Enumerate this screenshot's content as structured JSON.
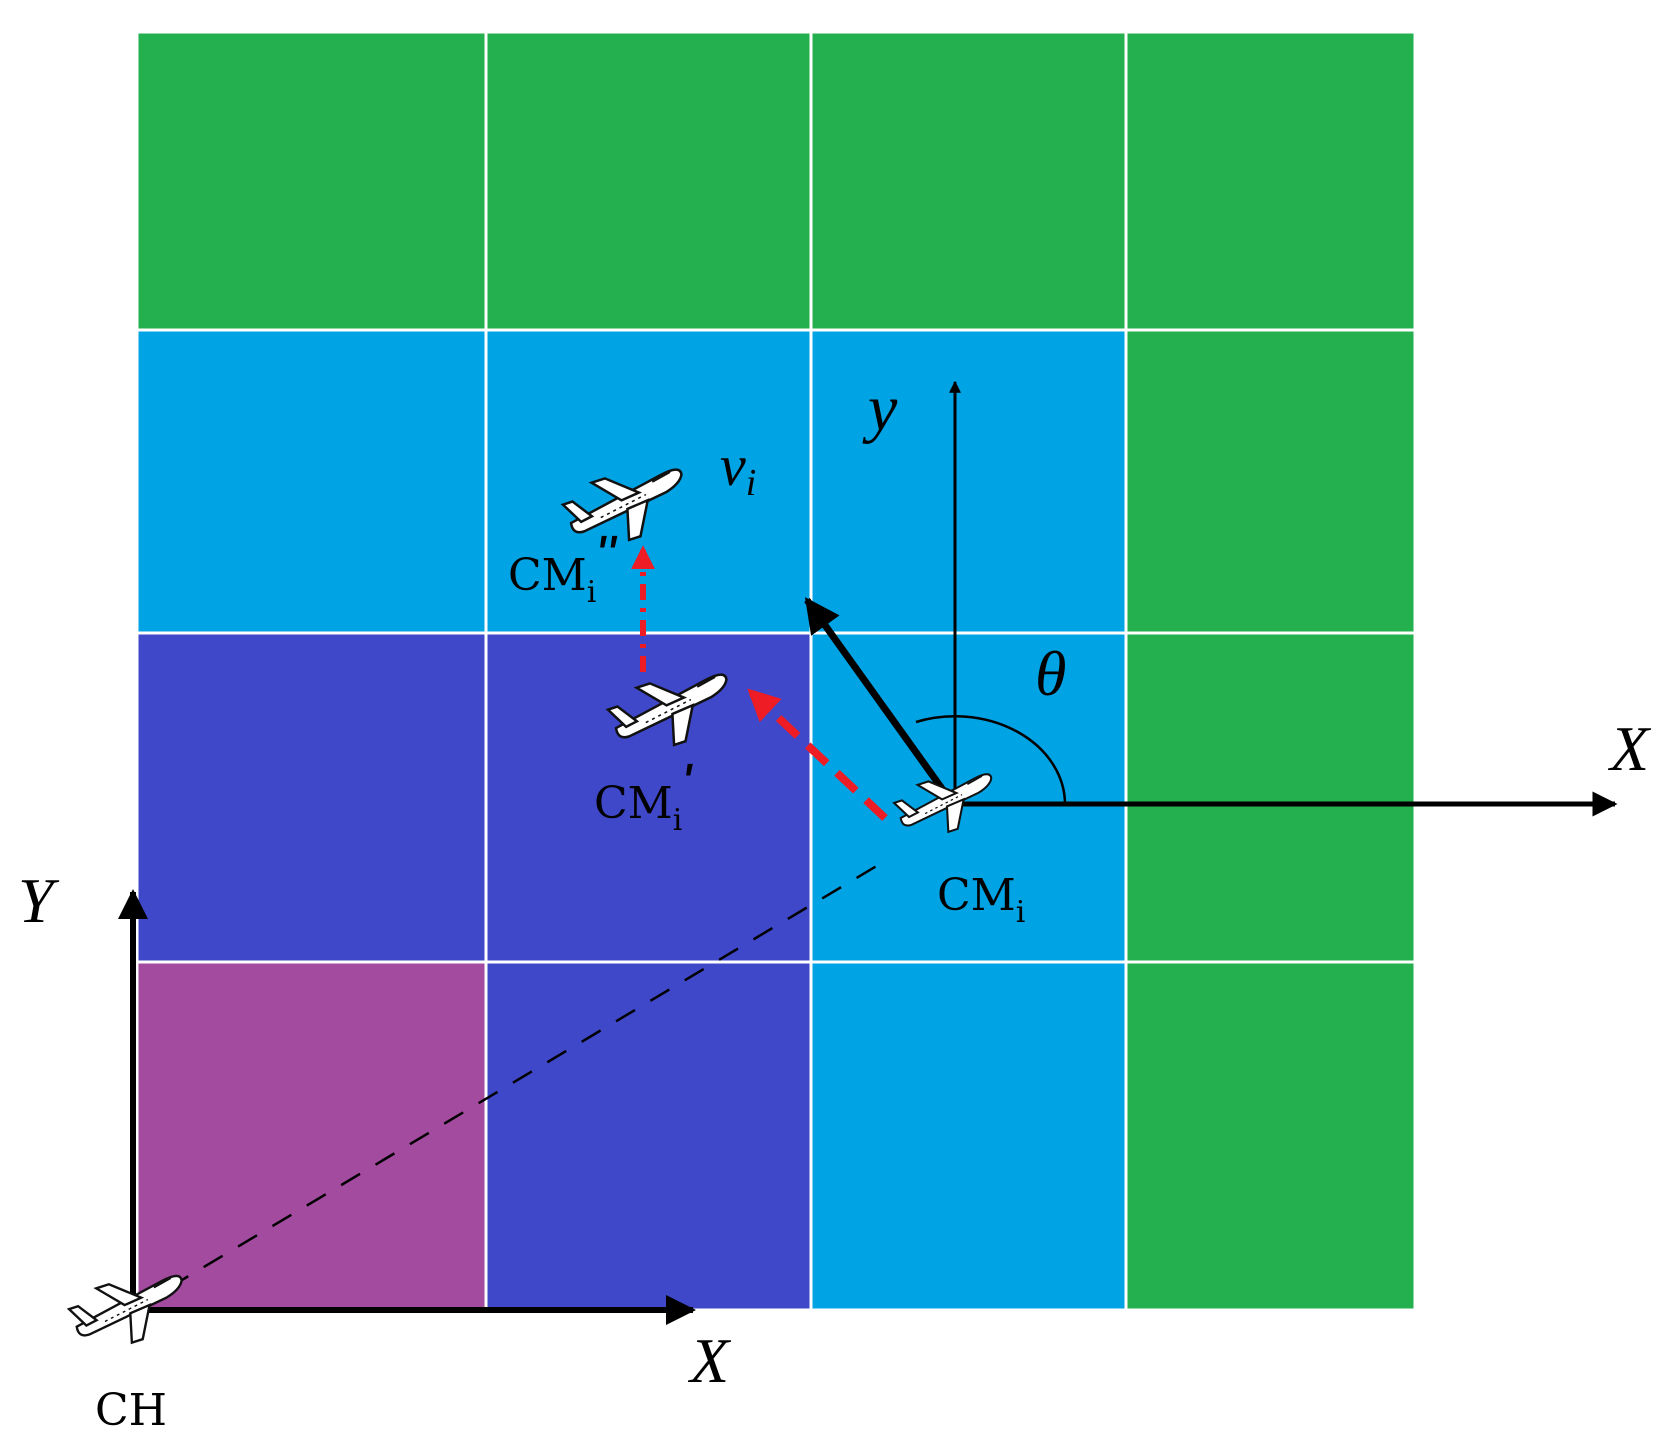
{
  "colors": {
    "green": "#24b04e",
    "cyan": "#00a3e4",
    "blue": "#3f48c9",
    "purple": "#a34b9f",
    "red_arrow": "#ee1c25",
    "black": "#000000"
  },
  "grid": {
    "rows": [
      [
        "green",
        "green",
        "green",
        "green"
      ],
      [
        "cyan",
        "cyan",
        "cyan",
        "green"
      ],
      [
        "blue",
        "blue",
        "cyan",
        "green"
      ],
      [
        "purple",
        "blue",
        "cyan",
        "green"
      ]
    ]
  },
  "labels": {
    "global_x": "X",
    "global_y": "Y",
    "local_x": "X",
    "local_y": "y",
    "theta": "θ",
    "velocity": "v",
    "velocity_sub": "i",
    "cm_base": "CM",
    "cm_sub": "i",
    "cm_prime_mark": "ʹ",
    "cm_double_prime_mark": "ʺ",
    "ch": "CH"
  },
  "icons": [
    "airplane-icon"
  ]
}
